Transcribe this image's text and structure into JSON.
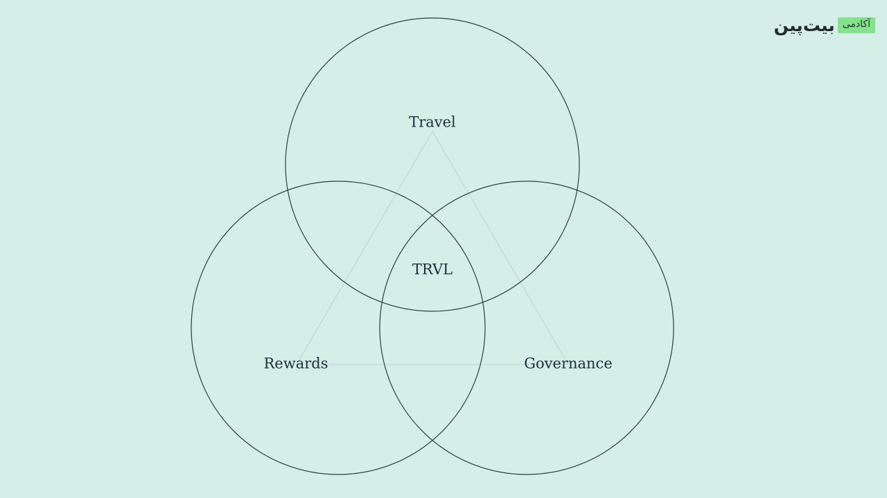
{
  "logo": {
    "wordmark": "بیت‌پین",
    "badge": "آکادمی",
    "badge_color": "#86e08e"
  },
  "diagram": {
    "center_label": "TRVL",
    "circles": [
      {
        "label": "Travel"
      },
      {
        "label": "Rewards"
      },
      {
        "label": "Governance"
      }
    ]
  },
  "colors": {
    "background": "#d5eee7",
    "circle_stroke": "#263f40",
    "triangle_stroke": "#b9d8d0",
    "text": "#16313b"
  }
}
